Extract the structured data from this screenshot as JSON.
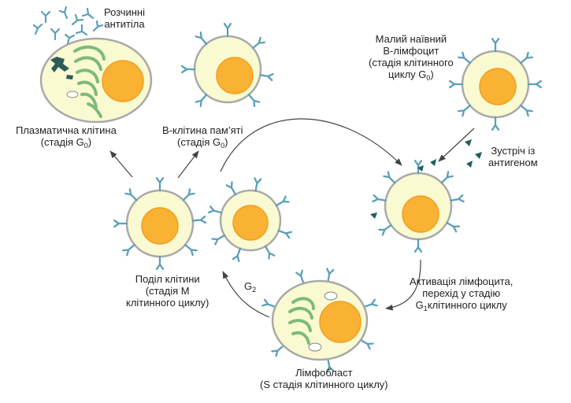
{
  "labels": {
    "antibodies": [
      "Розчинні",
      "антитіла"
    ],
    "plasma_cell": [
      "Плазматична клітина",
      "(стадія G",
      "0",
      ")"
    ],
    "memory_cell": [
      "B-клітина пам’яті",
      "(стадія G",
      "0",
      ")"
    ],
    "naive_cell": [
      "Малий наївний",
      "B-лімфоцит",
      "(стадія клітинного",
      "циклу G",
      "0",
      ")"
    ],
    "antigen": [
      "Зустріч із",
      "антигеном"
    ],
    "activation": [
      "Активація лімфоцита,",
      "перехід у стадію",
      "G",
      "1",
      "клітинного циклу"
    ],
    "lymphoblast": [
      "Лімфобласт",
      "(S стадія клітинного циклу)"
    ],
    "division": [
      "Поділ клітини",
      "(стадія M",
      "клітинного циклу)"
    ],
    "g2": [
      "G",
      "2"
    ]
  },
  "colors": {
    "membrane": "#a9a9a9",
    "cytoplasm": "#fafad2",
    "nucleus": "#f9b233",
    "nucleus_stroke": "#f0a020",
    "receptor": "#5b9fb8",
    "antigen": "#1f5f5a",
    "er": "#7dba7a",
    "chromatin": "#2d5b5a",
    "arrow": "#444444"
  }
}
